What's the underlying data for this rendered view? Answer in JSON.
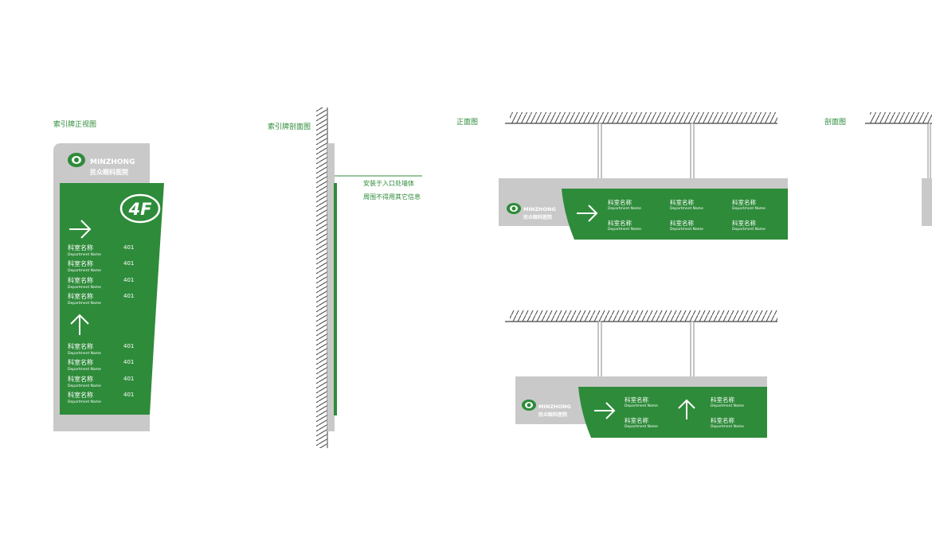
{
  "colors": {
    "green": "#2e8b3a",
    "grey": "#c9c9c9",
    "dark": "#444444",
    "white": "#ffffff"
  },
  "labels": {
    "front_view": "索引牌正视图",
    "section_view": "索引牌剖面图",
    "elevation": "正面图",
    "section": "剖面图"
  },
  "logo": {
    "en": "MINZHONG",
    "cn": "民众眼科医院"
  },
  "floor": "4F",
  "dept": {
    "cn": "科室名称",
    "en": "Department Name",
    "room": "401"
  },
  "install_note": {
    "line1": "安装于入口处墙体",
    "line2": "周围不得用其它信息"
  }
}
